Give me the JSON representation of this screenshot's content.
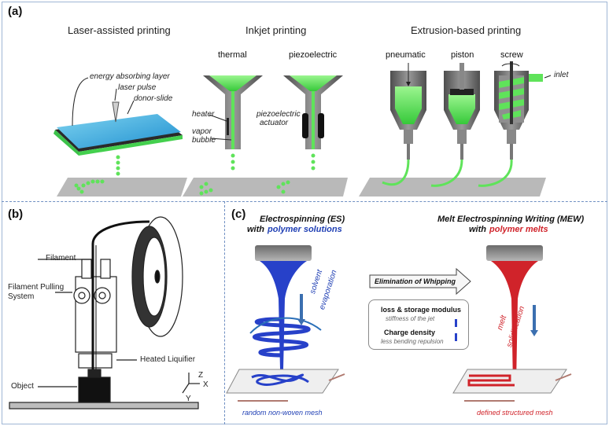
{
  "panel_a": {
    "label": "(a)",
    "titles": {
      "laser": "Laser-assisted printing",
      "inkjet": "Inkjet printing",
      "extrusion": "Extrusion-based printing"
    },
    "laser_labels": {
      "energy": "energy absorbing layer",
      "pulse": "laser pulse",
      "donor": "donor-slide"
    },
    "inkjet_labels": {
      "thermal": "thermal",
      "piezo": "piezoelectric",
      "heater": "heater",
      "vapor": "vapor",
      "bubble": "bubble",
      "piezo_act1": "piezoelectric",
      "piezo_act2": "actuator"
    },
    "extrusion_labels": {
      "pneumatic": "pneumatic",
      "piston": "piston",
      "screw": "screw",
      "inlet": "inlet"
    }
  },
  "panel_b": {
    "label": "(b)",
    "filament": "Filament",
    "pulling1": "Filament Pulling",
    "pulling2": "System",
    "liquifier": "Heated Liquifier",
    "object": "Object",
    "axis_z": "Z",
    "axis_x": "X",
    "axis_y": "Y"
  },
  "panel_c": {
    "label": "(c)",
    "es_title": "Electrospinning (ES)",
    "es_with": "with",
    "es_material": "polymer solutions",
    "mew_title": "Melt Electrospinning Writing (MEW)",
    "mew_with": "with",
    "mew_material": "polymer melts",
    "solvent1": "solvent",
    "solvent2": "evaporation",
    "melt1": "melt",
    "melt2": "solidification",
    "arrow_label": "Elimination of Whipping",
    "loss": "loss & storage modulus",
    "stiffness": "stiffness of the jet",
    "charge": "Charge density",
    "bending": "less bending repulsion",
    "random_mesh": "random non-woven mesh",
    "defined_mesh": "defined structured mesh"
  },
  "colors": {
    "green": "#5fe35a",
    "es_blue": "#1f3fb4",
    "mew_red": "#d0232a",
    "metal": "#6a6a6a",
    "divider": "#6f8fc2"
  }
}
